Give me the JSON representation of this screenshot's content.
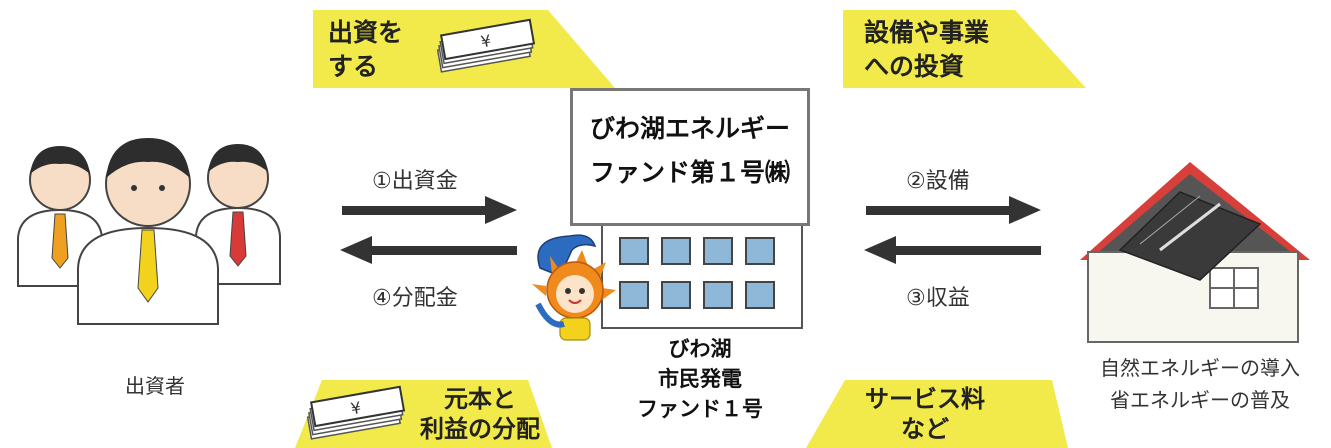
{
  "banners": {
    "invest": "出資を\nする",
    "equipment": "設備や事業\nへの投資",
    "distribution": "元本と\n利益の分配",
    "service": "サービス料\nなど"
  },
  "fund_box": {
    "line1": "びわ湖エネルギー",
    "line2": "ファンド第１号㈱"
  },
  "arrows": {
    "a1": "①出資金",
    "a2": "②設備",
    "a3": "③収益",
    "a4": "④分配金"
  },
  "labels": {
    "investors": "出資者",
    "fund_line1": "びわ湖",
    "fund_line2": "市民発電",
    "fund_line3": "ファンド１号",
    "house_line1": "自然エネルギーの導入",
    "house_line2": "省エネルギーの普及"
  },
  "colors": {
    "banner": "#f2ea4a",
    "tie_orange": "#f0a020",
    "tie_yellow": "#f3d21d",
    "tie_red": "#d83a3a",
    "roof_red": "#d63f3a",
    "window_blue": "#8fb8d8"
  }
}
